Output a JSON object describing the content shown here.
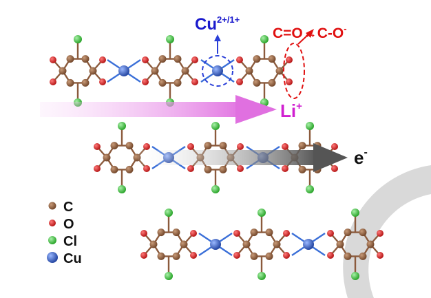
{
  "colors": {
    "carbon": "#8b5a3c",
    "oxygen": "#d42020",
    "chlorine": "#3cc23c",
    "copper": "#2f5bc8",
    "bond": "#8b5a3c",
    "cu_bond": "#3a6fd8",
    "cu_label": "#1a1acd",
    "redox_label": "#e01010",
    "li_label": "#d020d0",
    "li_arrow": "#e678e6",
    "electron_arrow": "#555555",
    "swoosh": "#d6d6d6"
  },
  "labels": {
    "cu": "Cu",
    "cu_sup": "2+/1+",
    "co_left": "C=O",
    "co_arrow": "↔",
    "co_right": "C-O",
    "co_sup": "-",
    "li": "Li",
    "li_sup": "+",
    "e": "e",
    "e_sup": "-"
  },
  "legend": [
    {
      "symbol": "C",
      "element": "carbon"
    },
    {
      "symbol": "O",
      "element": "oxygen"
    },
    {
      "symbol": "Cl",
      "element": "chlorine"
    },
    {
      "symbol": "Cu",
      "element": "copper"
    }
  ],
  "icons": {
    "background": "swoosh-icon",
    "li_arrow": "li-transport-arrow-icon",
    "e_arrow": "electron-transport-arrow-icon"
  }
}
